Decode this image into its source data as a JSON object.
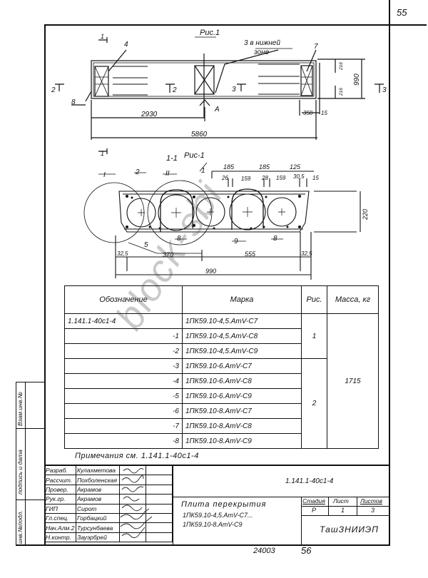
{
  "sheet_corner_number": "55",
  "figure1": {
    "title": "Рис.1",
    "labels": {
      "pos4": "4",
      "pos7": "7",
      "pos8": "8",
      "bottom_zone_1": "3 в нижней",
      "bottom_zone_2": "зоне",
      "view_a": "А"
    },
    "section_marks": {
      "s1_top": "1",
      "s1_bottom": "1",
      "s2_left": "2",
      "s2_mid": "2",
      "s3_mid": "3",
      "s3_right": "3"
    },
    "dims": {
      "d2930": "2930",
      "d5860": "5860",
      "d990": "990",
      "d216a": "216",
      "d216b": "216",
      "d350": "350",
      "d15": "15"
    }
  },
  "section": {
    "title": "1-1",
    "fig_ref": "Рис-1",
    "labels": {
      "node1": "I",
      "node2": "II",
      "p1": "1",
      "p2": "2",
      "p5": "5",
      "p8a": "8",
      "p8b": "8",
      "p9": "9"
    },
    "dims": {
      "t185a": "185",
      "t185b": "185",
      "t125": "125",
      "t26": "26",
      "t159a": "159",
      "t28": "28",
      "t159b": "159",
      "t30_5": "30,5",
      "t15": "15",
      "h220": "220",
      "b32_5a": "32,5",
      "b370": "370",
      "b555": "555",
      "b32_5b": "32,5",
      "b990": "990"
    }
  },
  "spec_table": {
    "headers": {
      "designation": "Обозначение",
      "mark": "Марка",
      "fig": "Рис.",
      "mass": "Масса, кг"
    },
    "rows": [
      {
        "designation": "1.141.1-40с1-4",
        "mark": "1ПК59.10-4,5.АтV-С7"
      },
      {
        "designation": "-1",
        "mark": "1ПК59.10-4,5.АтV-С8"
      },
      {
        "designation": "-2",
        "mark": "1ПК59.10-4,5.АтV-С9"
      },
      {
        "designation": "-3",
        "mark": "1ПК59.10-6.АтV-С7"
      },
      {
        "designation": "-4",
        "mark": "1ПК59.10-6.АтV-С8"
      },
      {
        "designation": "-5",
        "mark": "1ПК59.10-6.АтV-С9"
      },
      {
        "designation": "-6",
        "mark": "1ПК59.10-8.АтV-С7"
      },
      {
        "designation": "-7",
        "mark": "1ПК59.10-8.АтV-С8"
      },
      {
        "designation": "-8",
        "mark": "1ПК59.10-8.АтV-С9"
      }
    ],
    "fig_groups": [
      "1",
      "2"
    ],
    "mass": "1715"
  },
  "note": "Примечания см. 1.141.1-40с1-4",
  "title_block": {
    "staff": [
      {
        "role": "Разраб.",
        "name": "Кулахметова"
      },
      {
        "role": "Рассчит.",
        "name": "Похболенская"
      },
      {
        "role": "Провер.",
        "name": "Акрамов"
      },
      {
        "role": "Рук.гр.",
        "name": "Акрамов"
      },
      {
        "role": "ГИП",
        "name": "Сирот"
      },
      {
        "role": "Гл.спец.",
        "name": "Горбацкий"
      },
      {
        "role": "Нач.Алм.2",
        "name": "Турсунбаева"
      },
      {
        "role": "Н.контр.",
        "name": "Зауэрбрей"
      }
    ],
    "document_code": "1.141.1-40с1-4",
    "product_title": "Плита перекрытия",
    "product_line1": "1ПК59.10-4,5.АтV-С7...",
    "product_line2": "1ПК59.10-8.АтV-С9",
    "stage_label": "Стадия",
    "sheet_label": "Лист",
    "sheets_label": "Листов",
    "stage": "Р",
    "sheet": "1",
    "sheets": "3",
    "organization": "ТашЗНИИЭП"
  },
  "side_stamp": {
    "replaced_inv": "Взам.инв.№",
    "signature_date": "подпись и дата",
    "inv_original": "инв.№подл."
  },
  "footer": {
    "archive_no": "24003",
    "page": "56"
  },
  "watermark": "block-sbi"
}
